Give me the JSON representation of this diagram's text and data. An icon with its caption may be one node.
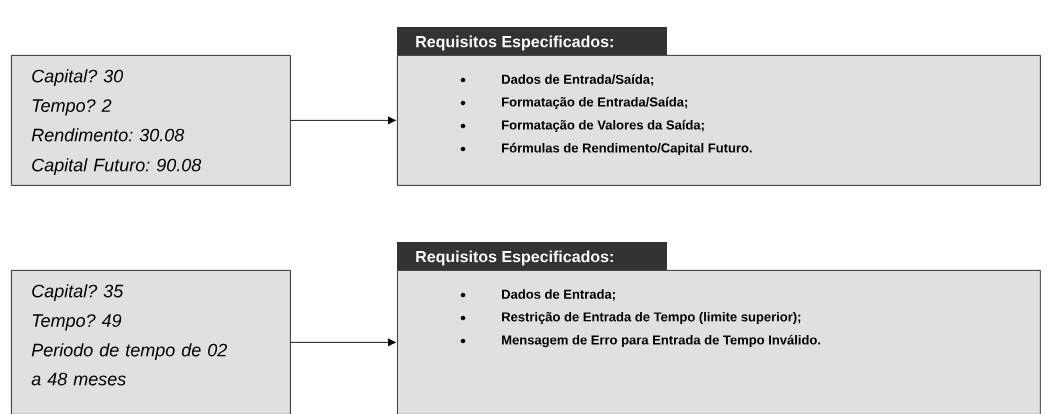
{
  "diagram": {
    "nodes": [
      {
        "text": [
          "Capital? 30",
          "Tempo? 2",
          "Rendimento: 30.08",
          "Capital Futuro: 90.08"
        ]
      },
      {
        "text": [
          "Requisitos Especificados:",
          "Dados de Entrada/Saída;",
          "Formatação de Entrada/Saída;",
          "Formatação de Valores da Saída;",
          "Fórmulas de Rendimento/Capital Futuro."
        ]
      },
      {
        "text": [
          "Capital? 35",
          "Tempo? 49",
          "Periodo de tempo de 02 a 48 meses"
        ]
      },
      {
        "text": [
          "Requisitos Especificados:",
          "Dados de Entrada;",
          "Restrição de Entrada de Tempo (limite superior);",
          "Mensagem de Erro para Entrada de Tempo Inválido."
        ]
      }
    ],
    "edges": [
      {
        "from": 0,
        "to": 1,
        "arrow": "to"
      },
      {
        "from": 2,
        "to": 3,
        "arrow": "to"
      }
    ]
  }
}
